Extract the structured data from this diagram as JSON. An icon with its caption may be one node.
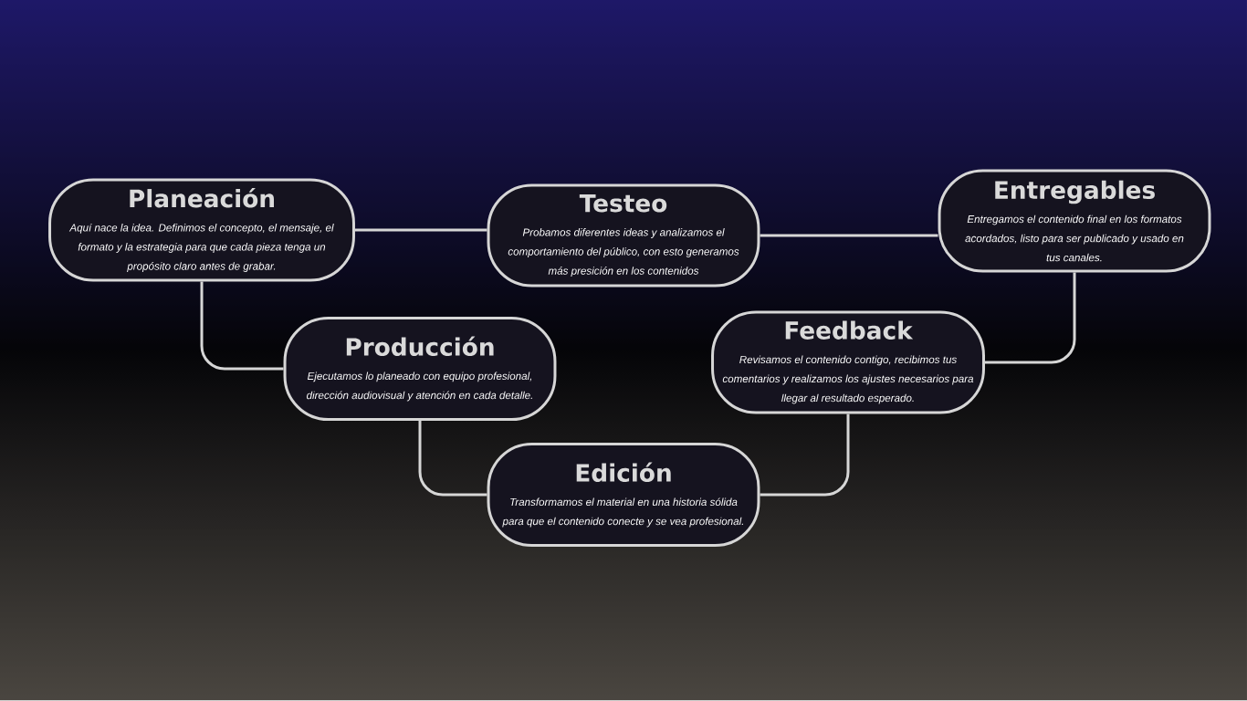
{
  "diagram": {
    "nodes": [
      {
        "text": [
          "Planeación",
          "Aquí nace la idea. Definimos el concepto, el mensaje, el formato y la estrategia para que cada pieza tenga un propósito claro antes de grabar."
        ]
      },
      {
        "text": [
          "Testeo",
          "Probamos diferentes ideas y analizamos el comportamiento del público, con esto generamos más presición en los contenidos"
        ]
      },
      {
        "text": [
          "Entregables",
          "Entregamos el contenido final en los formatos acordados, listo para ser publicado y usado en tus canales."
        ]
      },
      {
        "text": [
          "Producción",
          "Ejecutamos lo planeado con equipo profesional, dirección audiovisual y atención en cada detalle."
        ]
      },
      {
        "text": [
          "Feedback",
          "Revisamos el contenido contigo, recibimos tus comentarios y realizamos los ajustes necesarios para llegar al resultado esperado."
        ]
      },
      {
        "text": [
          "Edición",
          "Transformamos el material en una historia sólida para que el contenido conecte y se vea profesional."
        ]
      }
    ],
    "edges": [
      {
        "from": 0,
        "to": 1,
        "arrow": "none"
      },
      {
        "from": 1,
        "to": 2,
        "arrow": "none"
      },
      {
        "from": 0,
        "to": 3,
        "arrow": "none"
      },
      {
        "from": 3,
        "to": 5,
        "arrow": "none"
      },
      {
        "from": 5,
        "to": 4,
        "arrow": "none"
      },
      {
        "from": 4,
        "to": 2,
        "arrow": "none"
      }
    ]
  }
}
